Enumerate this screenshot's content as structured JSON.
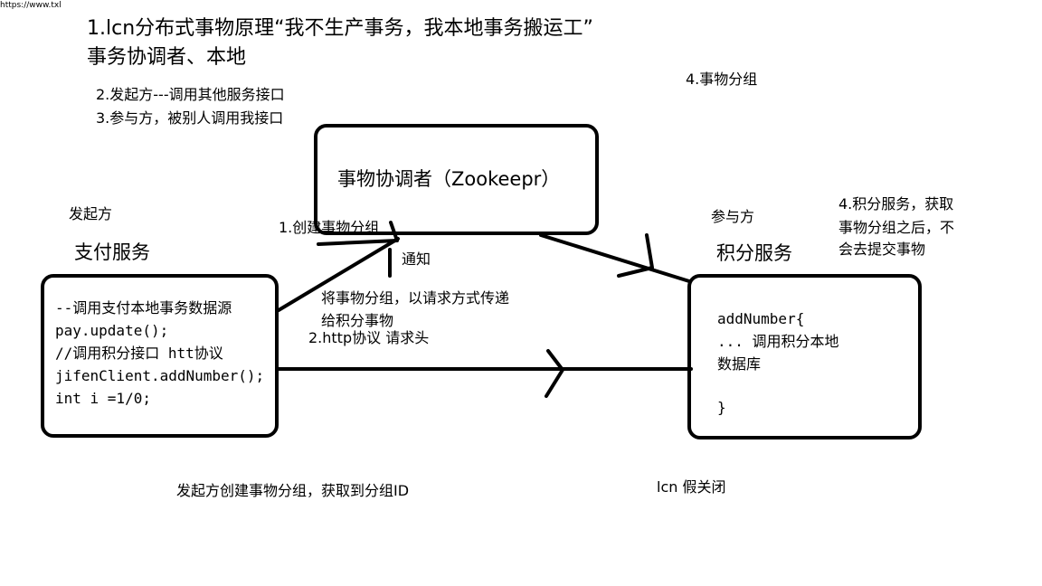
{
  "url_fragment": "https://www.txl",
  "heading": {
    "line1": "1.lcn分布式事物原理“我不生产事务，我本地事务搬运工”",
    "line2": "事务协调者、本地"
  },
  "notes": {
    "initiator_def": "2.发起方---调用其他服务接口",
    "participant_def": "3.参与方，被别人调用我接口",
    "tx_group": "4.事物分组",
    "points_service_note_l1": "4.积分服务，获取",
    "points_service_note_l2": "事物分组之后，不",
    "points_service_note_l3": "会去提交事物"
  },
  "coordinator": {
    "label": "事物协调者（Zookeepr）"
  },
  "initiator": {
    "role": "发起方",
    "service": "支付服务",
    "code": [
      "--调用支付本地事务数据源",
      "pay.update();",
      "//调用积分接口 htt协议",
      "jifenClient.addNumber();",
      "int i =1/0;"
    ]
  },
  "participant": {
    "role": "参与方",
    "service": "积分服务",
    "code": [
      "addNumber{",
      "...  调用积分本地",
      "数据库",
      "",
      "}"
    ]
  },
  "edges": {
    "create_group": "1.创建事物分组",
    "notify": "通知",
    "pass_group_l1": "将事物分组，以请求方式传递",
    "pass_group_l2": "给积分事物",
    "http": "2.http协议 请求头"
  },
  "footer": {
    "left": "发起方创建事物分组，获取到分组ID",
    "right": "lcn 假关闭"
  }
}
